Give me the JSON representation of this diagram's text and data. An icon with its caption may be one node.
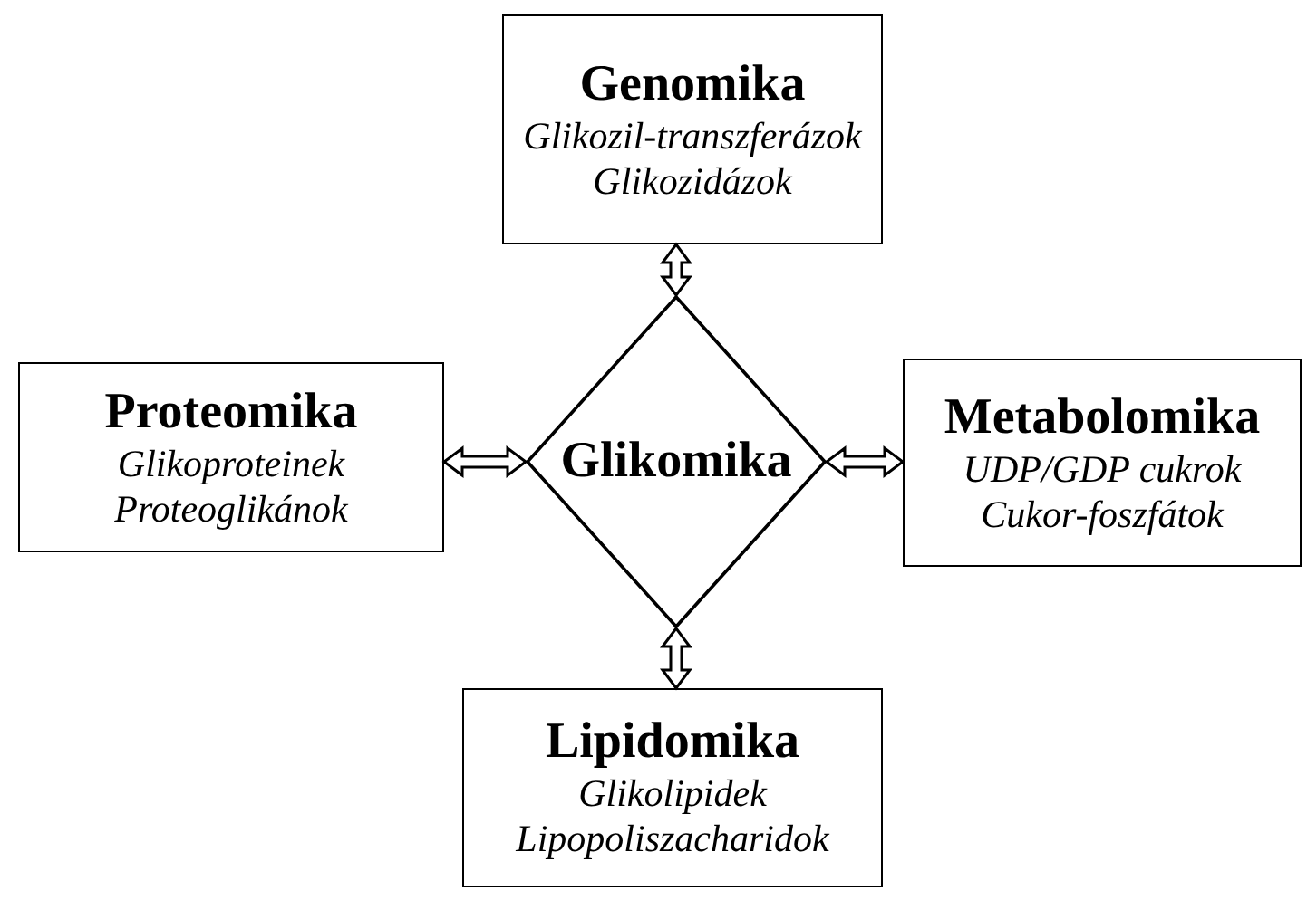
{
  "diagram": {
    "nodes": [
      {
        "text": [
          "Genomika",
          "Glikozil-transzferázok",
          "Glikozidázok"
        ]
      },
      {
        "text": [
          "Proteomika",
          "Glikoproteinek",
          "Proteoglikánok"
        ]
      },
      {
        "text": [
          "Glikomika"
        ]
      },
      {
        "text": [
          "Metabolomika",
          "UDP/GDP cukrok",
          "Cukor-foszfátok"
        ]
      },
      {
        "text": [
          "Lipidomika",
          "Glikolipidek",
          "Lipopoliszacharidok"
        ]
      }
    ],
    "edges": [
      {
        "from": 2,
        "to": 0,
        "arrow": "both"
      },
      {
        "from": 2,
        "to": 1,
        "arrow": "both"
      },
      {
        "from": 2,
        "to": 3,
        "arrow": "both"
      },
      {
        "from": 2,
        "to": 4,
        "arrow": "both"
      }
    ]
  }
}
